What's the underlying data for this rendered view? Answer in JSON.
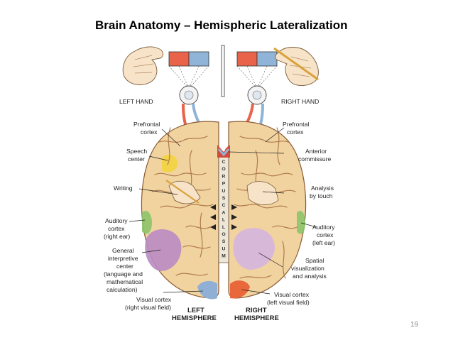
{
  "title": "Brain Anatomy – Hemispheric Lateralization",
  "page_number": "19",
  "corpus_callosum_letters": [
    "C",
    "O",
    "R",
    "P",
    "U",
    "S",
    "C",
    "A",
    "L",
    "L",
    "O",
    "S",
    "U",
    "M"
  ],
  "labels": {
    "left_hand": "LEFT HAND",
    "right_hand": "RIGHT HAND",
    "prefrontal_left": [
      "Prefrontal",
      "cortex"
    ],
    "prefrontal_right": [
      "Prefrontal",
      "cortex"
    ],
    "speech_center": [
      "Speech",
      "center"
    ],
    "writing": [
      "Writing"
    ],
    "auditory_left": [
      "Auditory",
      "cortex",
      "(right ear)"
    ],
    "general_interpretive": [
      "General",
      "interpretive",
      "center",
      "(language and",
      "mathematical",
      "calculation)"
    ],
    "visual_left": [
      "Visual cortex",
      "(right visual field)"
    ],
    "left_hemisphere": [
      "LEFT",
      "HEMISPHERE"
    ],
    "right_hemisphere": [
      "RIGHT",
      "HEMISPHERE"
    ],
    "anterior_commissure": [
      "Anterior",
      "commissure"
    ],
    "analysis_touch": [
      "Analysis",
      "by touch"
    ],
    "auditory_right": [
      "Auditory",
      "cortex",
      "(left ear)"
    ],
    "spatial": [
      "Spatial",
      "visualization",
      "and analysis"
    ],
    "visual_right": [
      "Visual cortex",
      "(left visual field)"
    ]
  },
  "colors": {
    "brain": "#f1d3a0",
    "gyri": "#b07a4c",
    "visual_field_red": "#e8634a",
    "visual_field_blue": "#8fb4d8",
    "speech": "#f3d23a",
    "auditory": "#8cc46a",
    "interpretive": "#b98bc2",
    "spatial": "#d6b6dc",
    "visual_left": "#8fb0d4",
    "visual_right": "#e8683c"
  }
}
